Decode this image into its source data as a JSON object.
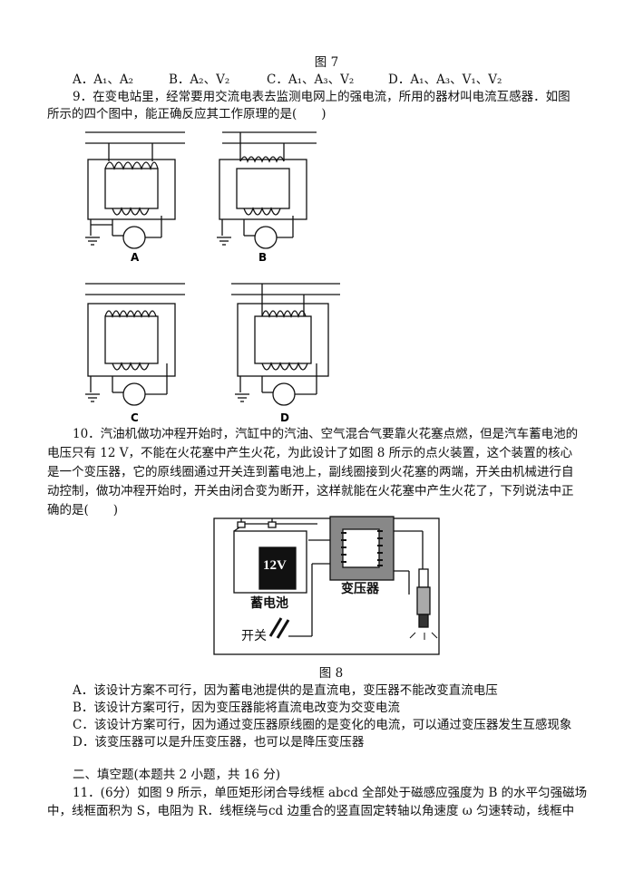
{
  "fig7_caption": "图 7",
  "q8_options": [
    "A．A₁、A₂",
    "B．A₂、V₂",
    "C．A₁、A₃、V₂",
    "D．A₁、A₃、V₁、V₂"
  ],
  "q9": {
    "line1": "9．在变电站里，经常要用交流电表去监测电网上的强电流，所用的器材叫电流互感器．如图",
    "line2": "所示的四个图中，能正确反应其工作原理的是(　　)",
    "labels": [
      "A",
      "B",
      "C",
      "D"
    ]
  },
  "q10": {
    "lines": [
      "10．汽油机做功冲程开始时，汽缸中的汽油、空气混合气要靠火花塞点燃，但是汽车蓄电池的",
      "电压只有 12 V，不能在火花塞中产生火花，为此设计了如图 8 所示的点火装置，这个装置的核心",
      "是一个变压器，它的原线圈通过开关连到蓄电池上，副线圈接到火花塞的两端，开关由机械进行自",
      "动控制，做功冲程开始时，开关由闭合变为断开，这样就能在火花塞中产生火花了，下列说法中正",
      "确的是(　　)"
    ],
    "battery_voltage": "12V",
    "battery_label": "蓄电池",
    "transformer_label": "变压器",
    "switch_label": "开关",
    "fig_caption": "图 8",
    "options": [
      "A．该设计方案不可行，因为蓄电池提供的是直流电，变压器不能改变直流电压",
      "B．该设计方案可行，因为变压器能将直流电改变为交变电流",
      "C．该设计方案可行，因为通过变压器原线圈的是变化的电流，可以通过变压器发生互感现象",
      "D．该变压器可以是升压变压器，也可以是降压变压器"
    ]
  },
  "section2": "二、填空题(本题共 2 小题，共 16 分)",
  "q11": {
    "line1": "11．(6分）如图 9 所示，单匝矩形闭合导线框 abcd 全部处于磁感应强度为 B 的水平匀强磁场",
    "line2": "中，线框面积为 S，电阻为 R．线框绕与cd 边重合的竖直固定转轴以角速度 ω 匀速转动，线框中"
  }
}
